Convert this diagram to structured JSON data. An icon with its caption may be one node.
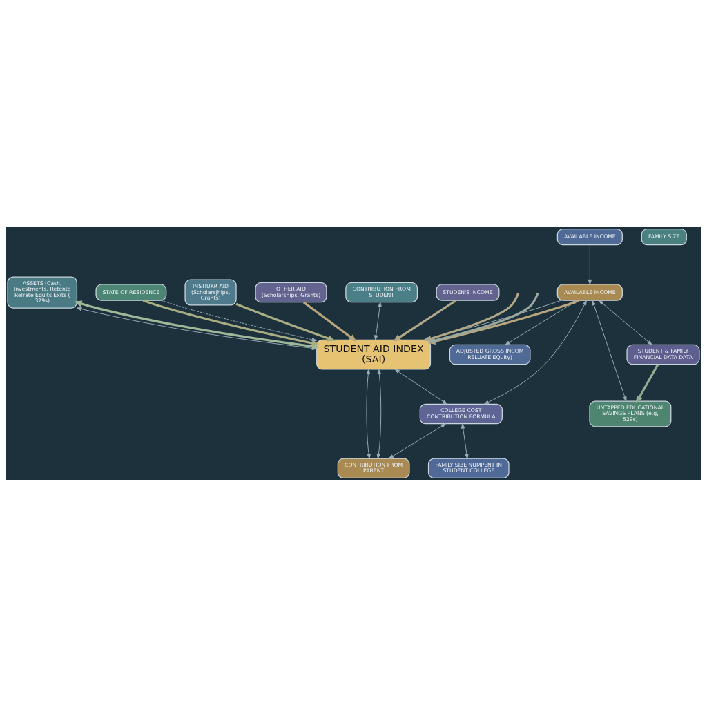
{
  "diagram": {
    "nodes": [
      {
        "text": [
          "STUDENT & FAMILY FINANCIAL DATA DATA"
        ]
      },
      {
        "text": [
          "ADJUSTED GROSS INCOM RELUATE EQuity)"
        ]
      },
      {
        "text": [
          "ASSETS (Cash, Investments, Retente Relrate Equits Exits ( 329s)"
        ]
      },
      {
        "text": [
          "STATE OF RESIDENCE"
        ]
      },
      {
        "text": [
          "INSTIUKR AID",
          "(Scholarsjhips, Grants)"
        ]
      },
      {
        "text": [
          "UNTAPPED EDUCATIONAL SAVINGS PLANS (e.g, 529s)"
        ]
      },
      {
        "text": [
          "AVAILABLE INCOME"
        ]
      },
      {
        "text": [
          "AVAILABLE INCOME"
        ]
      },
      {
        "text": [
          "STUDENT AID INDEX (SAI)"
        ]
      },
      {
        "text": [
          "OTHER AID",
          "(Scholarships, Grants)"
        ]
      },
      {
        "text": [
          "COLLEGE COST CONTRIBUTION FORMULA"
        ]
      },
      {
        "text": [
          "FAMILY SIZE"
        ]
      },
      {
        "text": [
          "FAMILY SIZE NUMPENT IN STUDENT COLLEGE"
        ]
      },
      {
        "text": [
          "CONTRIBUTION FROM PARENT"
        ]
      },
      {
        "text": [
          "CONTRIBUTION FROM STUDENT"
        ]
      },
      {
        "text": [
          "STUDEN'S INCOME"
        ]
      }
    ],
    "edges": [
      {
        "from": 0,
        "to": 5,
        "arrow": "to",
        "style": "thick",
        "color": "#8fae94"
      },
      {
        "from": 7,
        "to": 0,
        "arrow": "both"
      },
      {
        "from": 7,
        "to": 1,
        "arrow": "both"
      },
      {
        "from": 7,
        "to": 5,
        "arrow": "both"
      },
      {
        "from": 7,
        "to": 8,
        "arrow": "to"
      },
      {
        "from": 2,
        "to": 8,
        "arrow": "both"
      },
      {
        "from": 2,
        "to": 8,
        "arrow": "both",
        "style": "thick",
        "color": "#9fb89a"
      },
      {
        "from": 3,
        "to": 8,
        "arrow": "to",
        "style": "thick",
        "color": "#a8ad84"
      },
      {
        "from": 3,
        "to": 8,
        "arrow": "to",
        "style": "dashed"
      },
      {
        "from": 4,
        "to": 8,
        "arrow": "to",
        "style": "thick",
        "color": "#a8ad84"
      },
      {
        "from": 6,
        "to": 7,
        "arrow": "to"
      },
      {
        "from": 7,
        "to": 8,
        "arrow": "to",
        "style": "thick",
        "color": "#b8a67c"
      },
      {
        "from": 9,
        "to": 8,
        "arrow": "to",
        "style": "thick",
        "color": "#b8a67c"
      },
      {
        "from": 7,
        "to": 10,
        "arrow": "both"
      },
      {
        "from": 8,
        "to": 10,
        "arrow": "both"
      },
      {
        "from": 8,
        "to": 13,
        "arrow": "both"
      },
      {
        "from": 10,
        "to": 12,
        "arrow": "both"
      },
      {
        "from": 10,
        "to": 13,
        "arrow": "both"
      },
      {
        "from": 13,
        "to": 8,
        "arrow": "both"
      },
      {
        "from": null,
        "to": 8,
        "arrow": "to",
        "style": "thick",
        "color": "#b0a688"
      },
      {
        "from": 15,
        "to": 8,
        "arrow": "to",
        "style": "thick",
        "color": "#b0a688"
      },
      {
        "from": 14,
        "to": 8,
        "arrow": "both"
      },
      {
        "from": null,
        "to": 8,
        "arrow": "to",
        "style": "thick",
        "color": "#9aa8a0"
      }
    ]
  }
}
